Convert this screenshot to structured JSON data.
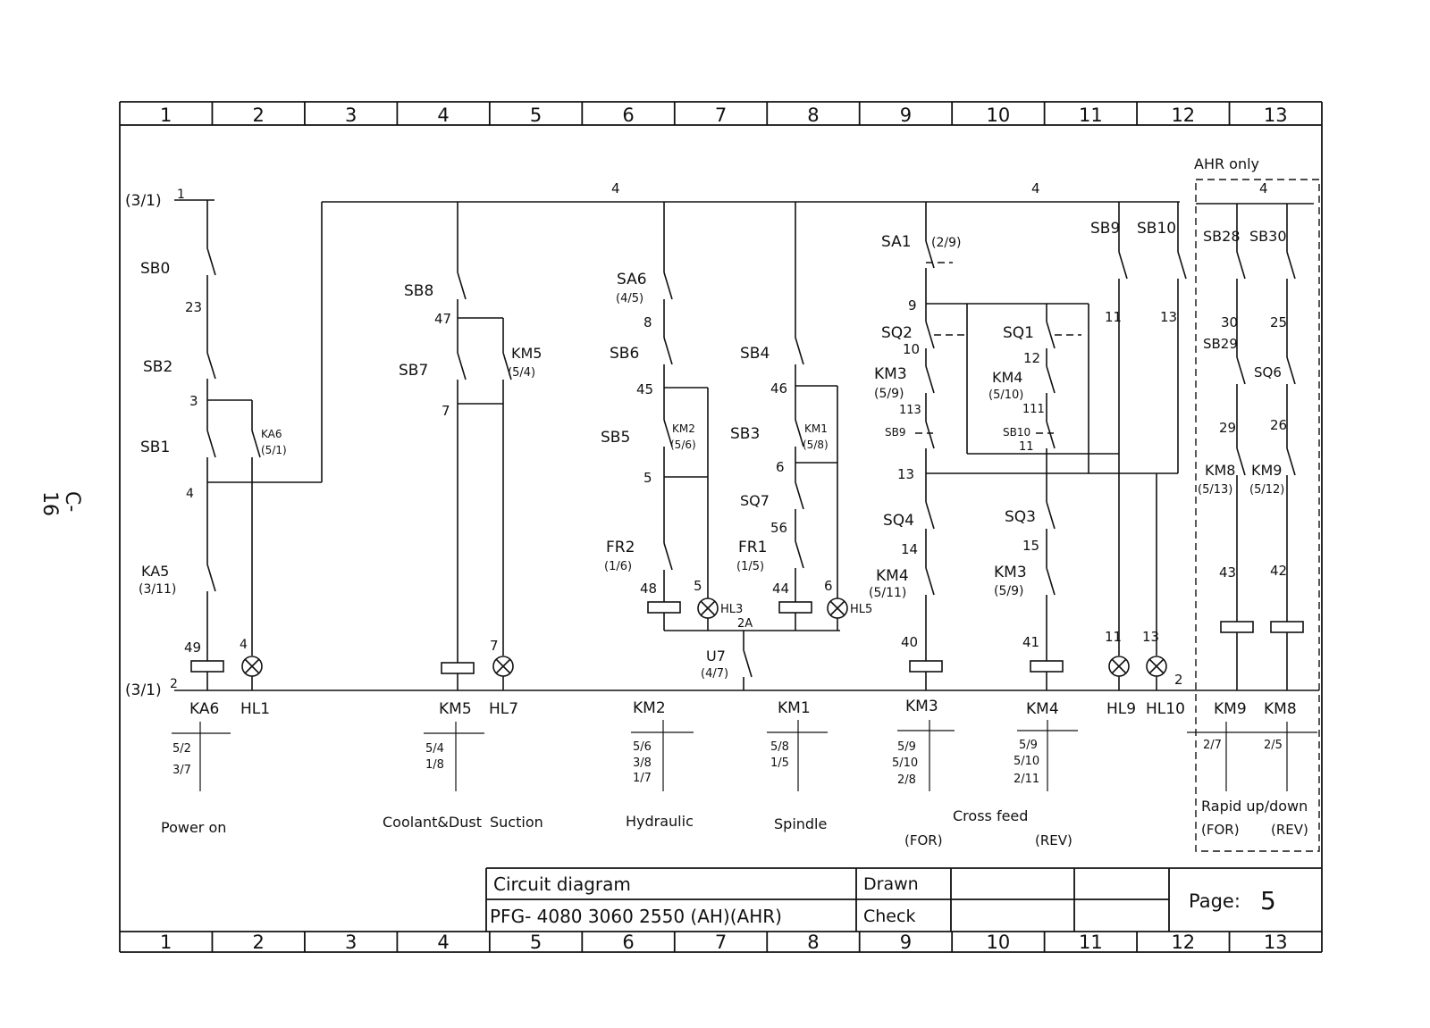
{
  "page_label": "C-16",
  "columns_top": [
    "1",
    "2",
    "3",
    "4",
    "5",
    "6",
    "7",
    "8",
    "9",
    "10",
    "11",
    "12",
    "13"
  ],
  "columns_bottom": [
    "1",
    "2",
    "3",
    "4",
    "5",
    "6",
    "7",
    "8",
    "9",
    "10",
    "11",
    "12",
    "13"
  ],
  "supply": {
    "top_ref": "(3/1)",
    "top_wire": "1",
    "bottom_ref": "(3/1)",
    "bottom_wire": "2",
    "bus_label_a": "4",
    "bus_label_b": "4"
  },
  "ahr_box": {
    "title": "AHR  only",
    "bus": "4"
  },
  "power_on": {
    "sb0": "SB0",
    "w23": "23",
    "sb2": "SB2",
    "w3": "3",
    "sb1": "SB1",
    "w4": "4",
    "ka6_contact": "KA6",
    "ka6_ref": "(5/1)",
    "ka5": "KA5",
    "ka5_ref": "(3/11)",
    "w49": "49",
    "hl_w4": "4",
    "coil": "KA6",
    "lamp": "HL1",
    "xref1": "5/2",
    "xref2": "3/7",
    "section": "Power  on"
  },
  "coolant": {
    "sb8": "SB8",
    "w47": "47",
    "sb7": "SB7",
    "w7": "7",
    "km5": "KM5",
    "km5_ref": "(5/4)",
    "lamp_w7": "7",
    "coil": "KM5",
    "lamp": "HL7",
    "xref1": "5/4",
    "xref2": "1/8",
    "section_a": "Coolant&Dust",
    "section_b": "Suction"
  },
  "hydraulic": {
    "sa6": "SA6",
    "sa6_ref": "(4/5)",
    "w8": "8",
    "sb6": "SB6",
    "w45": "45",
    "sb5": "SB5",
    "km2": "KM2",
    "km2_ref": "(5/6)",
    "w5": "5",
    "fr2": "FR2",
    "fr2_ref": "(1/6)",
    "w48": "48",
    "lamp_w5": "5",
    "lamp": "HL3",
    "coil": "KM2",
    "xref1": "5/6",
    "xref2": "3/8",
    "xref3": "1/7",
    "section": "Hydraulic"
  },
  "u7": {
    "label": "U7",
    "ref": "(4/7)",
    "wire": "2A"
  },
  "spindle": {
    "sb4": "SB4",
    "w46": "46",
    "sb3": "SB3",
    "km1": "KM1",
    "km1_ref": "(5/8)",
    "w6": "6",
    "sq7": "SQ7",
    "w56": "56",
    "fr1": "FR1",
    "fr1_ref": "(1/5)",
    "w44": "44",
    "lamp_w6": "6",
    "lamp": "HL5",
    "coil": "KM1",
    "xref1": "5/8",
    "xref2": "1/5",
    "section": "Spindle"
  },
  "cross_feed": {
    "sa1": "SA1",
    "sa1_ref": "(2/9)",
    "w9": "9",
    "sq2": "SQ2",
    "w10": "10",
    "km3": "KM3",
    "km3_ref": "(5/9)",
    "w113": "113",
    "sb9": "SB9",
    "w13": "13",
    "sq4": "SQ4",
    "w14": "14",
    "km4": "KM4",
    "km4_ref": "(5/11)",
    "w40": "40",
    "sq1": "SQ1",
    "w12": "12",
    "km4b": "KM4",
    "km4b_ref": "(5/10)",
    "w111": "111",
    "sb10": "SB10",
    "w11": "11",
    "sq3": "SQ3",
    "w15": "15",
    "km3b": "KM3",
    "km3b_ref": "(5/9)",
    "w41": "41",
    "coil_l": "KM3",
    "coil_r": "KM4",
    "l_xref1": "5/9",
    "l_xref2": "5/10",
    "l_xref3": "2/8",
    "r_xref1": "5/9",
    "r_xref2": "5/10",
    "r_xref3": "2/11",
    "section": "Cross   feed",
    "for": "(FOR)",
    "rev": "(REV)"
  },
  "pilot": {
    "sb9": "SB9",
    "sb10": "SB10",
    "w11": "11",
    "w13": "13",
    "lw11": "11",
    "lw13": "13",
    "w2": "2",
    "hl9": "HL9",
    "hl10": "HL10"
  },
  "rapid": {
    "sb28": "SB28",
    "sb30": "SB30",
    "w30": "30",
    "w25": "25",
    "sb29": "SB29",
    "sq6": "SQ6",
    "w29": "29",
    "w26": "26",
    "km8": "KM8",
    "km8_ref": "(5/13)",
    "km9": "KM9",
    "km9_ref": "(5/12)",
    "w43": "43",
    "w42": "42",
    "coil_l": "KM9",
    "coil_r": "KM8",
    "xref_l": "2/7",
    "xref_r": "2/5",
    "section": "Rapid   up/down",
    "for": "(FOR)",
    "rev": "(REV)"
  },
  "title_block": {
    "title": "Circuit  diagram",
    "model": "PFG- 4080  3060  2550   (AH)(AHR)",
    "drawn": "Drawn",
    "check": "Check",
    "page_label": "Page:",
    "page_no": "5"
  }
}
